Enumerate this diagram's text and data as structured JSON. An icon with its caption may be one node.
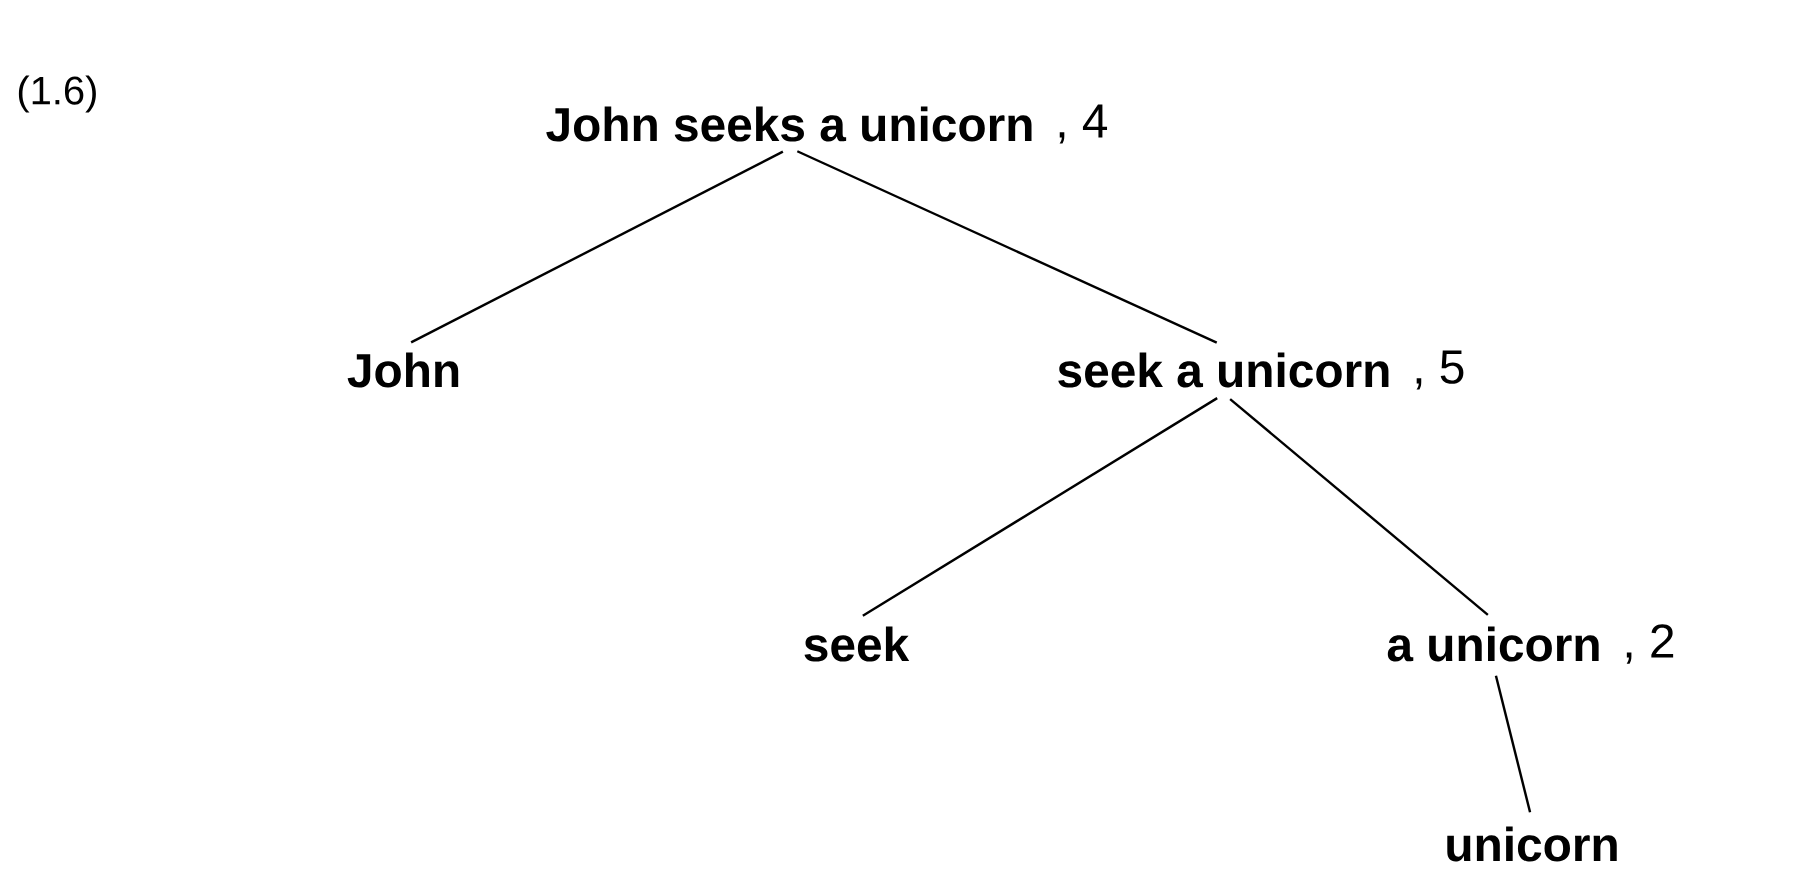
{
  "diagram": {
    "nodes": [
      {
        "text": [
          "John seeks a unicorn"
        ],
        "beside": [
          ", 4"
        ]
      },
      {
        "text": [
          "John"
        ]
      },
      {
        "text": [
          "seek a unicorn"
        ],
        "beside": [
          ", 5"
        ]
      },
      {
        "text": [
          "seek"
        ]
      },
      {
        "text": [
          "a unicorn"
        ],
        "beside": [
          ", 2"
        ]
      },
      {
        "text": [
          "unicorn"
        ]
      }
    ],
    "edges": [
      {
        "from": 0,
        "to": 1,
        "arrow": "none"
      },
      {
        "from": 0,
        "to": 2,
        "arrow": "none"
      },
      {
        "from": 2,
        "to": 3,
        "arrow": "none"
      },
      {
        "from": 2,
        "to": 4,
        "arrow": "none"
      },
      {
        "from": 4,
        "to": 5,
        "arrow": "none"
      }
    ],
    "labels": [
      "(1.6)"
    ]
  }
}
